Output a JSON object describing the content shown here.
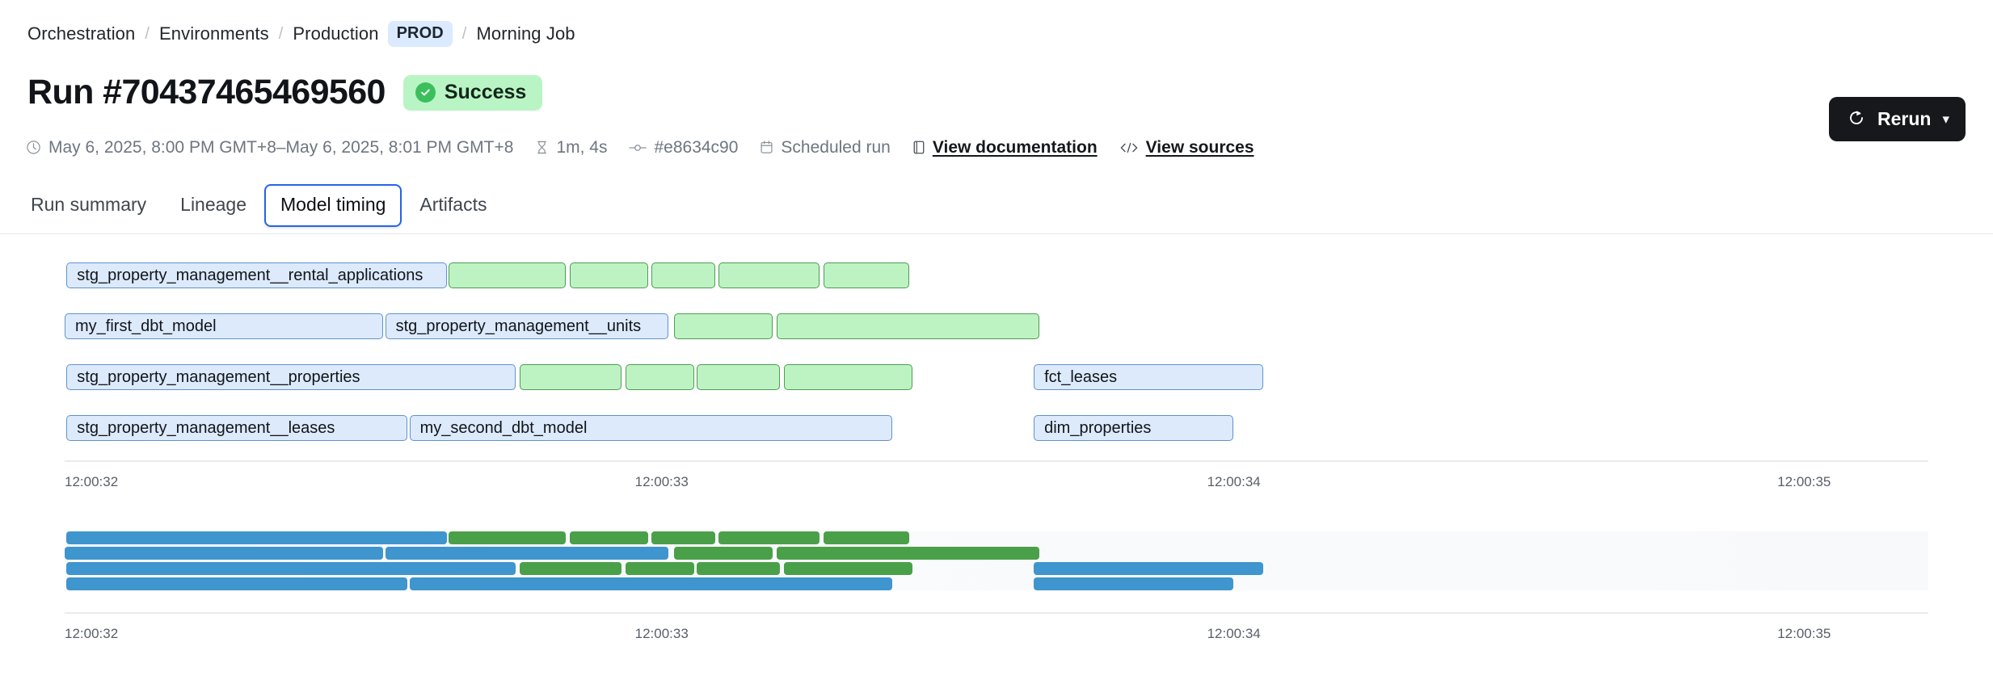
{
  "breadcrumb": {
    "items": [
      {
        "label": "Orchestration",
        "type": "link"
      },
      {
        "label": "Environments",
        "type": "link"
      },
      {
        "label": "Production",
        "type": "link"
      },
      {
        "label": "Morning Job",
        "type": "text"
      }
    ],
    "env_chip": "PROD",
    "separator": "/"
  },
  "header": {
    "run_title": "Run #70437465469560",
    "status_label": "Success",
    "status_color": "#b9f5c4",
    "status_icon": "check-circle-icon"
  },
  "rerun": {
    "label": "Rerun",
    "icon": "refresh-icon",
    "caret": "chevron-down-icon",
    "background": "#16181b"
  },
  "meta": [
    {
      "icon": "clock-icon",
      "text": "May 6, 2025, 8:00 PM GMT+8–May 6, 2025, 8:01 PM GMT+8",
      "link": false
    },
    {
      "icon": "hourglass-icon",
      "text": "1m, 4s",
      "link": false
    },
    {
      "icon": "commit-icon",
      "text": "#e8634c90",
      "link": false
    },
    {
      "icon": "calendar-icon",
      "text": "Scheduled run",
      "link": false
    },
    {
      "icon": "book-icon",
      "text": "View documentation",
      "link": true
    },
    {
      "icon": "code-icon",
      "text": "View sources",
      "link": true
    }
  ],
  "tabs": [
    {
      "label": "Run summary",
      "active": false
    },
    {
      "label": "Lineage",
      "active": false
    },
    {
      "label": "Model timing",
      "active": true
    },
    {
      "label": "Artifacts",
      "active": false
    }
  ],
  "chart_data": {
    "type": "bar",
    "title": "Model timing",
    "xlabel": "",
    "ylabel": "",
    "orientation": "horizontal-gantt",
    "grid": false,
    "legend": null,
    "colors": {
      "model_fill": "#ddeafc",
      "model_border": "#5f92cf",
      "exec_fill": "#bdf3c2",
      "exec_border": "#4e9b52",
      "mini_model": "#3f95cd",
      "mini_exec": "#4aa049"
    },
    "axis": {
      "ticks": [
        "12:00:32",
        "12:00:33",
        "12:00:34",
        "12:00:35"
      ],
      "tick_positions_pct": [
        0.0,
        30.6,
        61.3,
        91.9
      ]
    },
    "detail_rows": [
      {
        "row": 1,
        "bars": [
          {
            "label": "stg_property_management__rental_applications",
            "kind": "model",
            "start_pct": 0.1,
            "width_pct": 20.4
          },
          {
            "label": "",
            "kind": "exec",
            "start_pct": 20.6,
            "width_pct": 6.3
          },
          {
            "label": "",
            "kind": "exec",
            "start_pct": 27.1,
            "width_pct": 4.2
          },
          {
            "label": "",
            "kind": "exec",
            "start_pct": 31.5,
            "width_pct": 3.4
          },
          {
            "label": "",
            "kind": "exec",
            "start_pct": 35.1,
            "width_pct": 5.4
          },
          {
            "label": "",
            "kind": "exec",
            "start_pct": 40.7,
            "width_pct": 4.6
          }
        ]
      },
      {
        "row": 2,
        "bars": [
          {
            "label": "my_first_dbt_model",
            "kind": "model",
            "start_pct": 0.0,
            "width_pct": 17.1
          },
          {
            "label": "stg_property_management__units",
            "kind": "model",
            "start_pct": 17.2,
            "width_pct": 15.2
          },
          {
            "label": "",
            "kind": "exec",
            "start_pct": 32.7,
            "width_pct": 5.3
          },
          {
            "label": "",
            "kind": "exec",
            "start_pct": 38.2,
            "width_pct": 14.1
          }
        ]
      },
      {
        "row": 3,
        "bars": [
          {
            "label": "stg_property_management__properties",
            "kind": "model",
            "start_pct": 0.1,
            "width_pct": 24.1
          },
          {
            "label": "",
            "kind": "exec",
            "start_pct": 24.4,
            "width_pct": 5.5
          },
          {
            "label": "",
            "kind": "exec",
            "start_pct": 30.1,
            "width_pct": 3.7
          },
          {
            "label": "",
            "kind": "exec",
            "start_pct": 33.9,
            "width_pct": 4.5
          },
          {
            "label": "",
            "kind": "exec",
            "start_pct": 38.6,
            "width_pct": 6.9
          },
          {
            "label": "fct_leases",
            "kind": "model",
            "start_pct": 52.0,
            "width_pct": 12.3
          }
        ]
      },
      {
        "row": 4,
        "bars": [
          {
            "label": "stg_property_management__leases",
            "kind": "model",
            "start_pct": 0.1,
            "width_pct": 18.3
          },
          {
            "label": "my_second_dbt_model",
            "kind": "model",
            "start_pct": 18.5,
            "width_pct": 25.9
          },
          {
            "label": "dim_properties",
            "kind": "model",
            "start_pct": 52.0,
            "width_pct": 10.7
          }
        ]
      }
    ],
    "mini_rows": [
      {
        "row": 1,
        "bars": [
          {
            "kind": "model",
            "start_pct": 0.1,
            "width_pct": 20.4
          },
          {
            "kind": "exec",
            "start_pct": 20.6,
            "width_pct": 6.3
          },
          {
            "kind": "exec",
            "start_pct": 27.1,
            "width_pct": 4.2
          },
          {
            "kind": "exec",
            "start_pct": 31.5,
            "width_pct": 3.4
          },
          {
            "kind": "exec",
            "start_pct": 35.1,
            "width_pct": 5.4
          },
          {
            "kind": "exec",
            "start_pct": 40.7,
            "width_pct": 4.6
          }
        ]
      },
      {
        "row": 2,
        "bars": [
          {
            "kind": "model",
            "start_pct": 0.0,
            "width_pct": 17.1
          },
          {
            "kind": "model",
            "start_pct": 17.2,
            "width_pct": 15.2
          },
          {
            "kind": "exec",
            "start_pct": 32.7,
            "width_pct": 5.3
          },
          {
            "kind": "exec",
            "start_pct": 38.2,
            "width_pct": 14.1
          }
        ]
      },
      {
        "row": 3,
        "bars": [
          {
            "kind": "model",
            "start_pct": 0.1,
            "width_pct": 24.1
          },
          {
            "kind": "exec",
            "start_pct": 24.4,
            "width_pct": 5.5
          },
          {
            "kind": "exec",
            "start_pct": 30.1,
            "width_pct": 3.7
          },
          {
            "kind": "exec",
            "start_pct": 33.9,
            "width_pct": 4.5
          },
          {
            "kind": "exec",
            "start_pct": 38.6,
            "width_pct": 6.9
          },
          {
            "kind": "model",
            "start_pct": 52.0,
            "width_pct": 12.3
          }
        ]
      },
      {
        "row": 4,
        "bars": [
          {
            "kind": "model",
            "start_pct": 0.1,
            "width_pct": 18.3
          },
          {
            "kind": "model",
            "start_pct": 18.5,
            "width_pct": 25.9
          },
          {
            "kind": "model",
            "start_pct": 52.0,
            "width_pct": 10.7
          }
        ]
      }
    ]
  }
}
